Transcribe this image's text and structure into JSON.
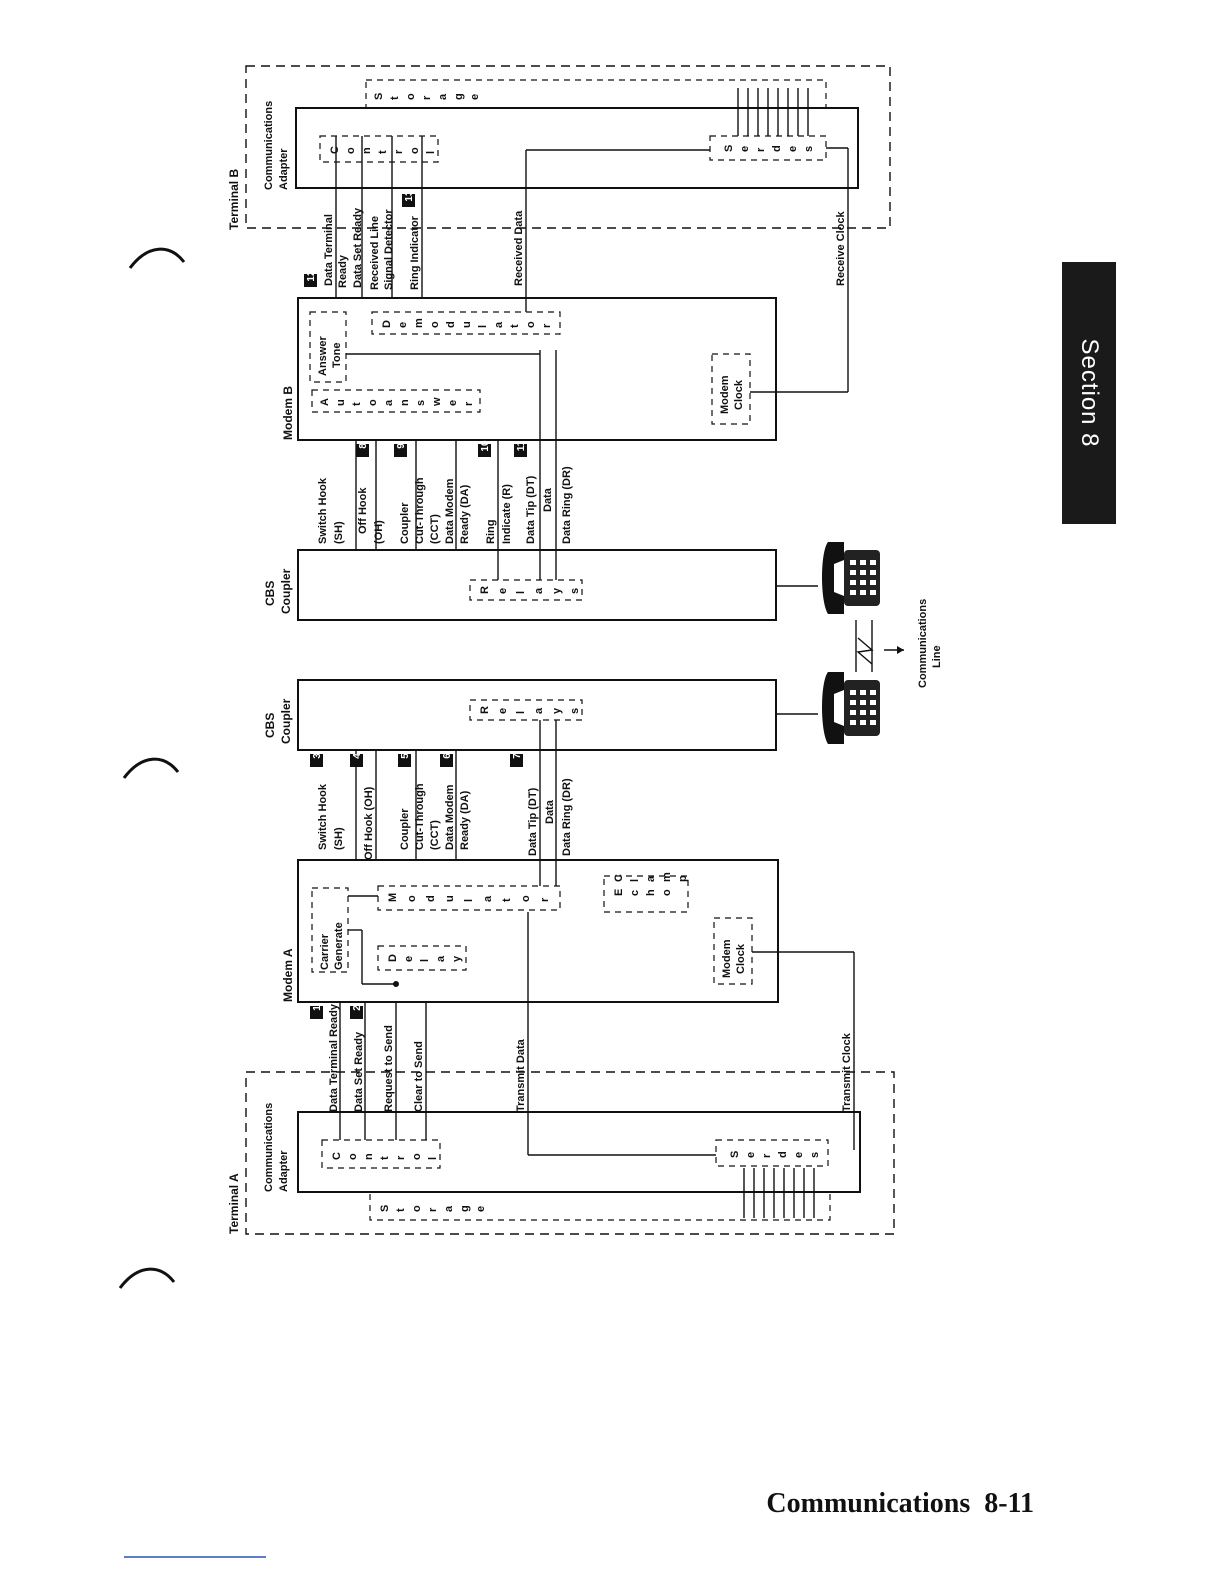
{
  "section_tab": "Section 8",
  "footer": {
    "title": "Communications",
    "page": "8-11"
  },
  "diagram": {
    "terminal_a": {
      "title": "Terminal A",
      "adapter": "Communications Adapter",
      "control": [
        "C",
        "o",
        "n",
        "t",
        "r",
        "o",
        "l"
      ],
      "serdes": [
        "S",
        "e",
        "r",
        "d",
        "e",
        "s"
      ],
      "storage": [
        "S",
        "t",
        "o",
        "r",
        "a",
        "g",
        "e"
      ]
    },
    "terminal_b": {
      "title": "Terminal B",
      "adapter": "Communications Adapter",
      "control": [
        "C",
        "o",
        "n",
        "t",
        "r",
        "o",
        "l"
      ],
      "serdes": [
        "S",
        "e",
        "r",
        "d",
        "e",
        "s"
      ],
      "storage": [
        "S",
        "t",
        "o",
        "r",
        "a",
        "g",
        "e"
      ]
    },
    "modem_a": {
      "title": "Modem A",
      "carrier": "Carrier Generate",
      "delay": [
        "D",
        "e",
        "l",
        "a",
        "y"
      ],
      "modulator": [
        "M",
        "o",
        "d",
        "u",
        "l",
        "a",
        "t",
        "o",
        "r"
      ],
      "echo_clamp": [
        "E",
        "c",
        "h",
        "o",
        "C",
        "l",
        "a",
        "m",
        "p"
      ],
      "clock": "Modem Clock"
    },
    "modem_b": {
      "title": "Modem B",
      "autoanswer": [
        "A",
        "u",
        "t",
        "o",
        "a",
        "n",
        "s",
        "w",
        "e",
        "r"
      ],
      "answer_tone": "Answer Tone",
      "demodulator": [
        "D",
        "e",
        "m",
        "o",
        "d",
        "u",
        "l",
        "a",
        "t",
        "o",
        "r"
      ],
      "clock": "Modem Clock"
    },
    "coupler_a": {
      "title": "CBS Coupler",
      "relays": [
        "R",
        "e",
        "l",
        "a",
        "y",
        "s"
      ]
    },
    "coupler_b": {
      "title": "CBS Coupler",
      "relays": [
        "R",
        "e",
        "l",
        "a",
        "y",
        "s"
      ]
    },
    "comm_line": "Communications Line",
    "signals_a": {
      "dtr": "Data Terminal Ready",
      "dsr": "Data Set Ready",
      "rts": "Request to Send",
      "cts": "Clear to Send",
      "txd": "Transmit Data",
      "txc": "Transmit Clock",
      "sh": "Switch Hook (SH)",
      "oh": "Off Hook (OH)",
      "cct": "Coupler Cut-Through (CCT)",
      "da": "Data Modem Ready (DA)",
      "dt": "Data Tip (DT)",
      "dr": "Data Ring (DR)"
    },
    "signals_b": {
      "sh": "Switch Hook (SH)",
      "oh": "Off Hook (OH)",
      "cct": "Coupler Cut-Through (CCT)",
      "da": "Data Modem Ready (DA)",
      "ri": "Ring Indicate (R)",
      "dt": "Data Tip (DT)",
      "dr": "Data Ring (DR)",
      "dtr": "Data Terminal Ready",
      "dsr": "Data Set Ready",
      "rlsd": "Received Line Signal Detector",
      "ring": "Ring Indicator",
      "rxd": "Received Data",
      "rxc": "Receive Clock"
    },
    "data_word": "Data",
    "tags": [
      "1",
      "2",
      "3",
      "4",
      "5",
      "6",
      "7",
      "8",
      "9",
      "10",
      "11",
      "12",
      "13"
    ]
  }
}
